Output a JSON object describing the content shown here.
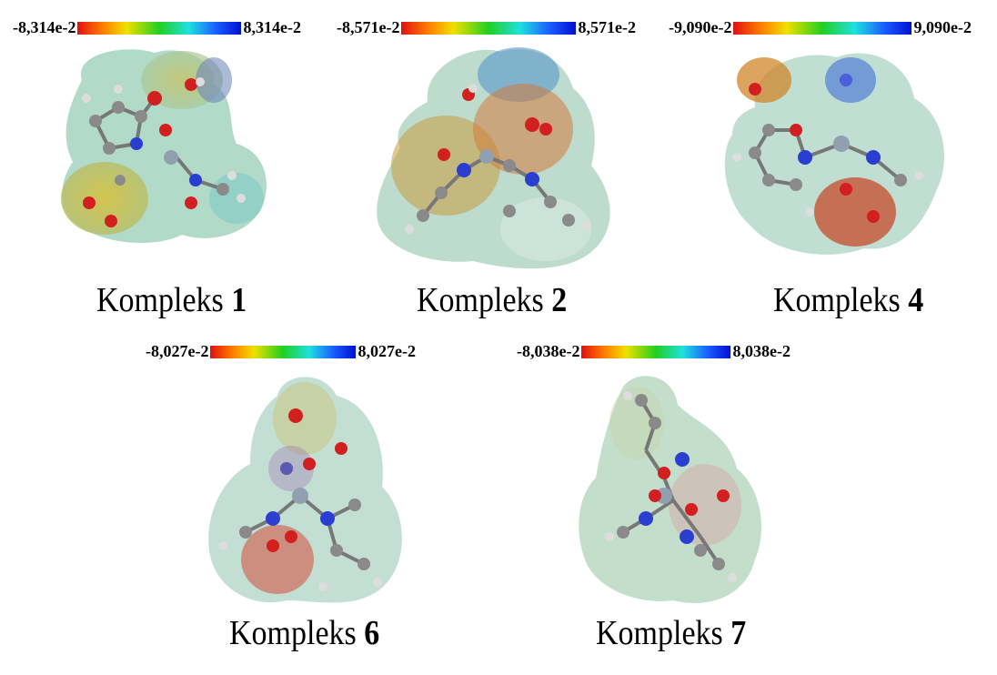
{
  "colorbar_gradient": [
    "#e01010",
    "#ff7a00",
    "#f0e000",
    "#20d020",
    "#20e0e0",
    "#1a5cff",
    "#0010d0"
  ],
  "panels": [
    {
      "min_label": "-8,314e-2",
      "max_label": "8,314e-2",
      "caption_prefix": "Kompleks",
      "caption_number": "1"
    },
    {
      "min_label": "-8,571e-2",
      "max_label": "8,571e-2",
      "caption_prefix": "Kompleks",
      "caption_number": "2"
    },
    {
      "min_label": "-9,090e-2",
      "max_label": "9,090e-2",
      "caption_prefix": "Kompleks",
      "caption_number": "4"
    },
    {
      "min_label": "-8,027e-2",
      "max_label": "8,027e-2",
      "caption_prefix": "Kompleks",
      "caption_number": "6"
    },
    {
      "min_label": "-8,038e-2",
      "max_label": "8,038e-2",
      "caption_prefix": "Kompleks",
      "caption_number": "7"
    }
  ]
}
